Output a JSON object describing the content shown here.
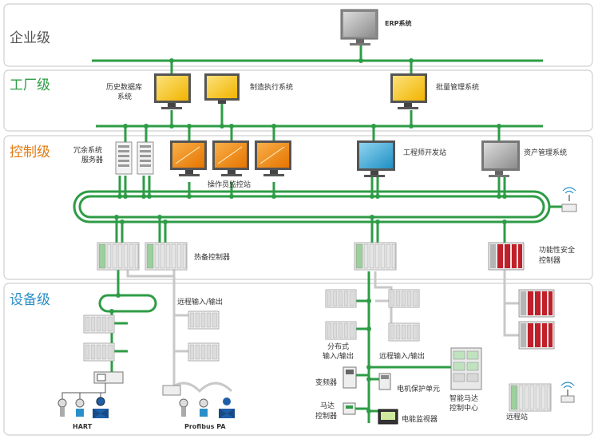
{
  "levels": {
    "enterprise": {
      "label": "企业级",
      "color": "#555555"
    },
    "factory": {
      "label": "工厂级",
      "color": "#2e9c46"
    },
    "control": {
      "label": "控制级",
      "color": "#e07b12"
    },
    "device": {
      "label": "设备级",
      "color": "#2a8fc9"
    }
  },
  "nodes": {
    "erp": "ERP系统",
    "history_db_1": "历史数据库",
    "history_db_2": "系统",
    "mes": "制造执行系统",
    "batch": "批量管理系统",
    "redundant_1": "冗余系统",
    "redundant_2": "服务器",
    "operator": "操作员监控站",
    "engineer": "工程师开发站",
    "asset": "资产管理系统",
    "hot_standby": "热备控制器",
    "safety_1": "功能性安全",
    "safety_2": "控制器",
    "remote_io_left": "远程输入/输出",
    "distributed_1": "分布式",
    "distributed_2": "输入/输出",
    "remote_io_mid": "远程输入/输出",
    "vfd": "变频器",
    "motor_protect": "电机保护单元",
    "smart_mcc_1": "智能马达",
    "smart_mcc_2": "控制中心",
    "motor_ctrl_1": "马达",
    "motor_ctrl_2": "控制器",
    "power_monitor": "电能监视器",
    "remote_station": "远程站",
    "hart": "HART",
    "profibus": "Profibus PA"
  },
  "colors": {
    "network": "#2e9c46",
    "screen_yellow": "#f4c21a",
    "screen_orange": "#f08a12",
    "screen_blue": "#3aa7d6",
    "screen_gray": "#9a9a9a",
    "gray_line": "#c8c8c8",
    "safety_red": "#c0202a"
  }
}
